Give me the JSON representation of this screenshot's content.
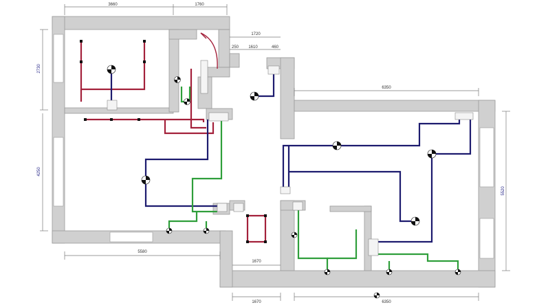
{
  "dimensions": {
    "top_left": "3660",
    "top_right": "1760",
    "mid_span": "1720",
    "small_a": "250",
    "small_b": "1610",
    "small_c": "460",
    "right_top": "6350",
    "left_upper": "2730",
    "left_lower": "4250",
    "right_side": "5520",
    "bottom_left": "5580",
    "inner_bottom": "1670",
    "bottom_mid": "1670",
    "bottom_right": "6350"
  },
  "legend_colors": {
    "blue_line": "#1c1a6e",
    "red_line": "#a3203a",
    "green_line": "#2e9e3a"
  }
}
